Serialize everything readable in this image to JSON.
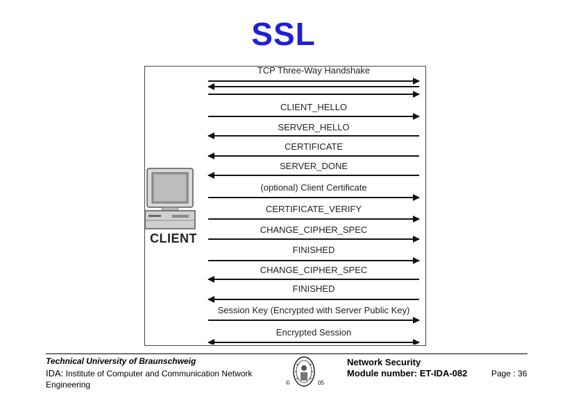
{
  "title": "SSL",
  "client_label": "CLIENT",
  "messages": [
    {
      "label": "TCP Three-Way Handshake",
      "direction": "right"
    },
    {
      "label": "",
      "direction": "left"
    },
    {
      "label": "",
      "direction": "right"
    },
    {
      "label": "CLIENT_HELLO",
      "direction": "right"
    },
    {
      "label": "SERVER_HELLO",
      "direction": "left"
    },
    {
      "label": "CERTIFICATE",
      "direction": "left"
    },
    {
      "label": "SERVER_DONE",
      "direction": "left"
    },
    {
      "label": "(optional) Client Certificate",
      "direction": "right"
    },
    {
      "label": "CERTIFICATE_VERIFY",
      "direction": "right"
    },
    {
      "label": "CHANGE_CIPHER_SPEC",
      "direction": "right"
    },
    {
      "label": "FINISHED",
      "direction": "right"
    },
    {
      "label": "CHANGE_CIPHER_SPEC",
      "direction": "left"
    },
    {
      "label": "FINISHED",
      "direction": "left"
    },
    {
      "label": "Session Key (Encrypted with Server Public Key)",
      "direction": "right"
    },
    {
      "label": "Encrypted Session",
      "direction": "both"
    }
  ],
  "footer": {
    "university": "Technical University of Braunschweig",
    "ida": "IDA:",
    "institute": " Institute of Computer and Communication Network Engineering",
    "copyright": "©",
    "year": "05",
    "course_line1": "Network Security",
    "course_line2": "Module number: ET-IDA-082",
    "page": "Page : 36"
  },
  "icons": {
    "computer": "desktop-computer-icon",
    "seal": "university-seal-icon"
  }
}
